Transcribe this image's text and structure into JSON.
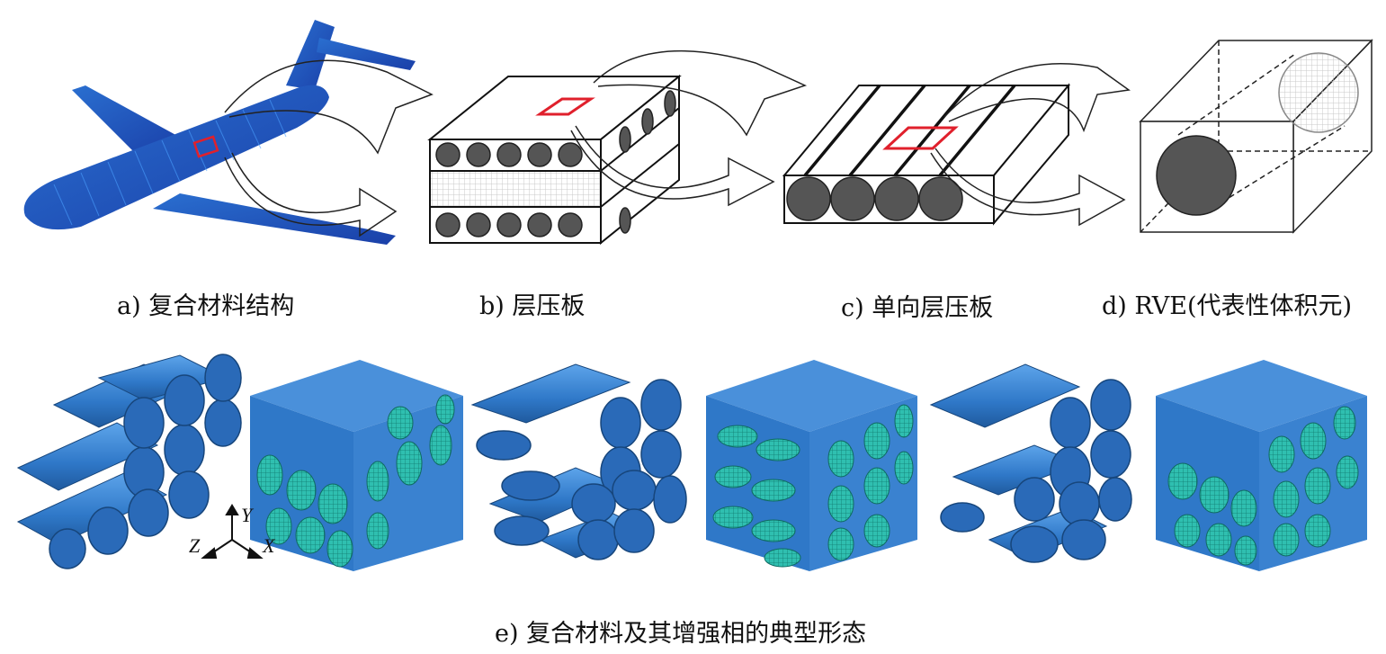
{
  "captions": {
    "a": "a) 复合材料结构",
    "b": "b) 层压板",
    "c": "c) 单向层压板",
    "d": "d) RVE(代表性体积元)",
    "e": "e) 复合材料及其增强相的典型形态"
  },
  "axes": {
    "x": "X",
    "y": "Y",
    "z": "Z"
  },
  "colors": {
    "fiber_blue": "#2f78c8",
    "fiber_dark": "#1f5a9e",
    "cube_blue": "#3a82d0",
    "mesh_teal": "#22b4a8",
    "highlight_red": "#e0202c",
    "fiber_gray": "#555555"
  },
  "icons": [
    "aircraft-icon",
    "laminate-block-icon",
    "unidirectional-block-icon",
    "rve-cell-icon",
    "curved-arrow-icon",
    "axis-triad-icon"
  ]
}
